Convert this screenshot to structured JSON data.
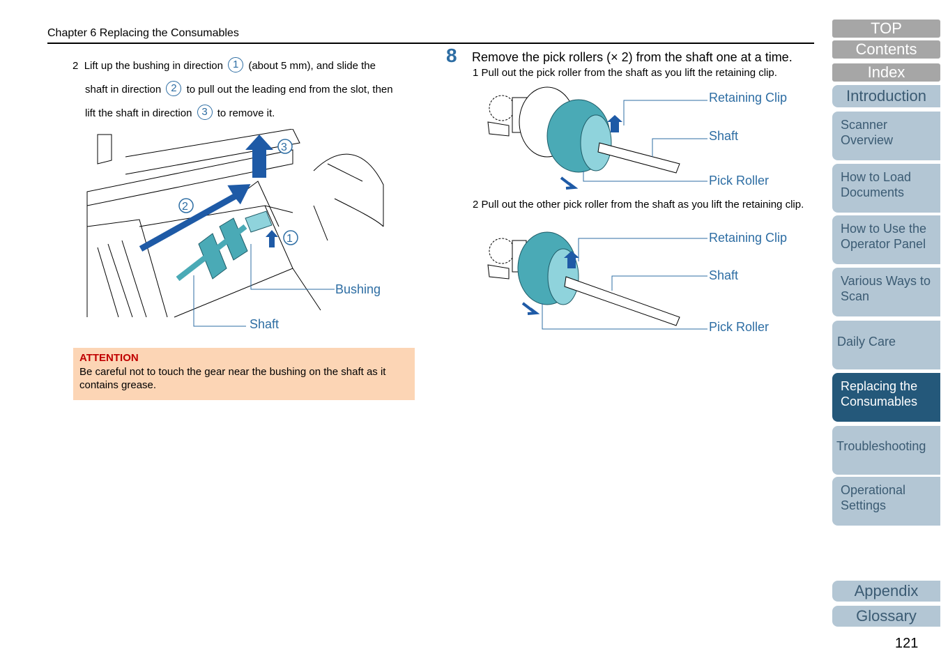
{
  "header": {
    "chapter": "Chapter 6 Replacing the Consumables"
  },
  "step2": {
    "num": "2",
    "part1": "Lift up the bushing in direction",
    "c1": "1",
    "part2": "(about 5 mm), and slide the",
    "part3": "shaft in direction",
    "c2": "2",
    "part4": "to pull out the leading end from the slot, then",
    "part5": "lift the shaft in direction",
    "c3": "3",
    "part6": "to remove it.",
    "fig_labels": {
      "bushing": "Bushing",
      "shaft": "Shaft",
      "c1": "1",
      "c2": "2",
      "c3": "3"
    }
  },
  "attention": {
    "title": "ATTENTION",
    "body": "Be careful not to touch the gear near the bushing on the shaft as it contains grease."
  },
  "step8": {
    "num": "8",
    "title": "Remove the pick rollers (× 2) from the shaft one at a time.",
    "sub1": "1  Pull out the pick roller from the shaft as you lift the retaining clip.",
    "sub2": "2  Pull out the other pick roller from the shaft as you lift the retaining clip.",
    "fig1_labels": {
      "clip": "Retaining Clip",
      "shaft": "Shaft",
      "roller": "Pick Roller"
    },
    "fig2_labels": {
      "clip": "Retaining Clip",
      "shaft": "Shaft",
      "roller": "Pick Roller"
    }
  },
  "nav": {
    "top": "TOP",
    "contents": "Contents",
    "index": "Index",
    "introduction": "Introduction",
    "items": [
      "Scanner Overview",
      "How to Load Documents",
      "How to Use the Operator Panel",
      "Various Ways to Scan",
      "Daily Care",
      "Replacing the Consumables",
      "Troubleshooting",
      "Operational Settings"
    ],
    "appendix": "Appendix",
    "glossary": "Glossary",
    "active_color": "#24587a",
    "tab_color": "#b3c6d4"
  },
  "page_number": "121"
}
